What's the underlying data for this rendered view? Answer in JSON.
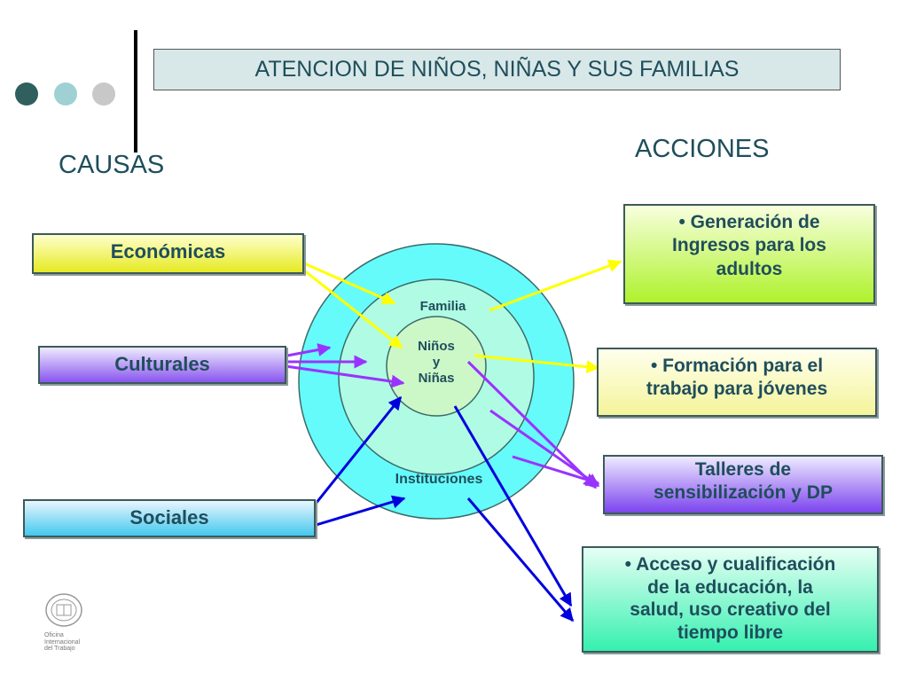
{
  "title": "ATENCION DE NIÑOS, NIÑAS Y SUS FAMILIAS",
  "headings": {
    "causes": "CAUSAS",
    "actions": "ACCIONES"
  },
  "causes": [
    {
      "label": "Económicas"
    },
    {
      "label": "Culturales"
    },
    {
      "label": "Sociales"
    }
  ],
  "circles": {
    "outer": "Instituciones",
    "middle": "Familia",
    "inner_line1": "Niños",
    "inner_line2": "y",
    "inner_line3": "Niñas"
  },
  "actions": [
    {
      "line1": "• Generación de",
      "line2": "Ingresos para los",
      "line3": "adultos"
    },
    {
      "line1": "• Formación para el",
      "line2": "trabajo para jóvenes"
    },
    {
      "line1": "Talleres de",
      "line2": "sensibilización y DP"
    },
    {
      "line1": "• Acceso y cualificación",
      "line2": "de la educación, la",
      "line3": "salud, uso creativo del",
      "line4": "tiempo libre"
    }
  ],
  "logo": {
    "icon": "ilo-logo-icon",
    "line1": "Oficina",
    "line2": "Internacional",
    "line3": "del Trabajo"
  },
  "colors": {
    "text": "#1f4e5c",
    "dot1": "#2f5f5f",
    "dot2": "#9fd0d4",
    "dot3": "#c8c8c8",
    "outer_circle": "#66fbfb",
    "middle_circle": "#b0fbe4",
    "inner_circle": "#ccf8c8",
    "arrow_yellow": "#ffff00",
    "arrow_purple": "#9933ff",
    "arrow_blue": "#0000dd"
  }
}
